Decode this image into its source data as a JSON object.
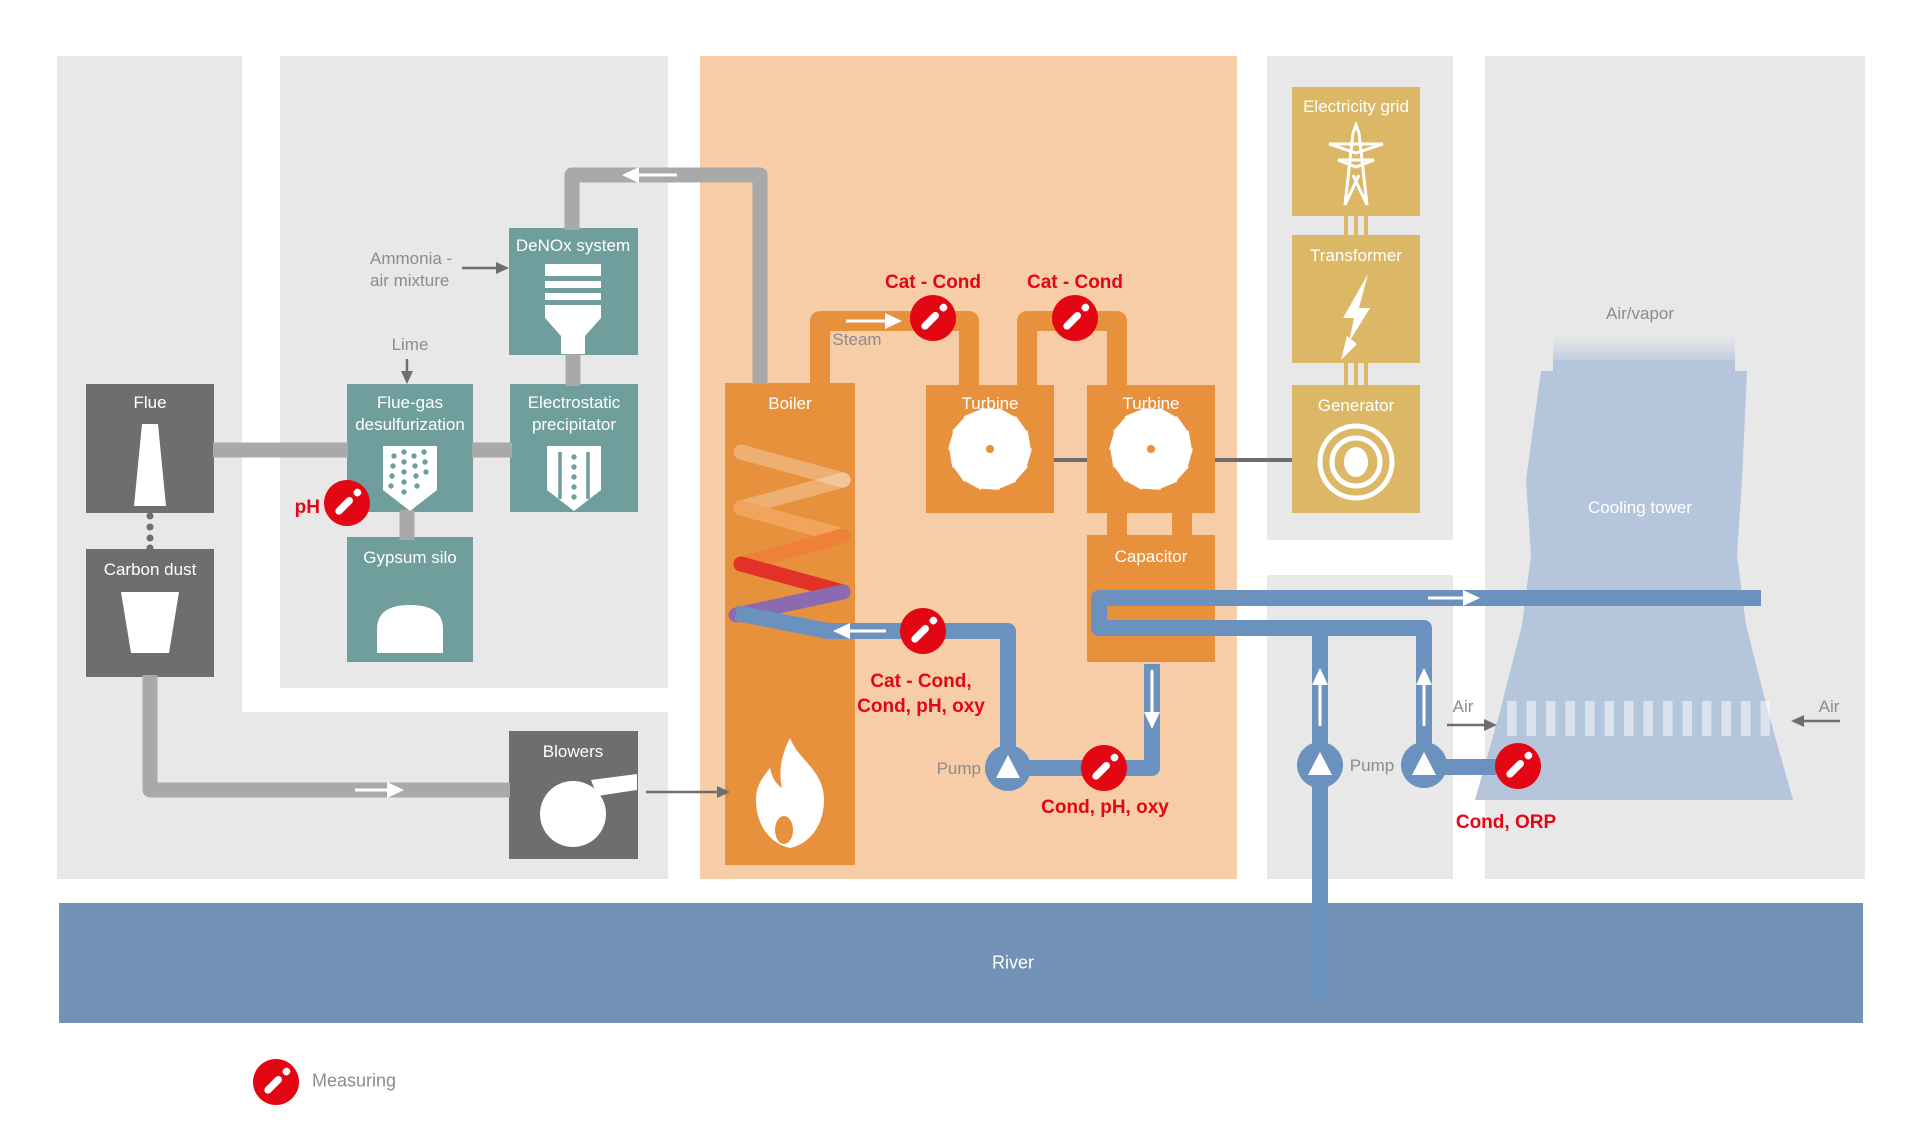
{
  "diagram": {
    "plant_blocks": {
      "flue": "Flue",
      "carbon_dust": "Carbon dust",
      "fgd_line1": "Flue-gas",
      "fgd_line2": "desulfurization",
      "gypsum_silo": "Gypsum silo",
      "denox": "DeNOx system",
      "precipitator_line1": "Electrostatic",
      "precipitator_line2": "precipitator",
      "blowers": "Blowers",
      "boiler": "Boiler",
      "turbine_1": "Turbine",
      "turbine_2": "Turbine",
      "capacitor": "Capacitor",
      "electricity_grid": "Electricity grid",
      "transformer": "Transformer",
      "generator": "Generator",
      "cooling_tower": "Cooling tower",
      "river": "River"
    },
    "flow_labels": {
      "ammonia_line1": "Ammonia -",
      "ammonia_line2": "air mixture",
      "lime": "Lime",
      "steam": "Steam",
      "pump_condensate": "Pump",
      "pump_cooling": "Pump",
      "air_vapor": "Air/vapor",
      "air_left": "Air",
      "air_right": "Air"
    },
    "measuring_points": {
      "ph": "pH",
      "steam_cat_cond": "Cat - Cond",
      "turbine_cat_cond": "Cat - Cond",
      "feedwater_line1": "Cat - Cond,",
      "feedwater_line2": "Cond, pH, oxy",
      "condensate": "Cond, pH, oxy",
      "cooling_water": "Cond, ORP"
    },
    "legend": {
      "measuring": "Measuring"
    },
    "colors": {
      "accent_red": "#e30613",
      "process_orange": "#e8913d",
      "panel_orange": "#f6cda6",
      "teal": "#6f9e9d",
      "dark_gray": "#6e6e6e",
      "gold": "#dcb766",
      "pipe_blue": "#6b92bf",
      "river_blue": "#7292b6",
      "tower_blue": "#b5c5dc",
      "pipe_gray": "#a9a9a9",
      "panel_gray": "#e8e8e8"
    }
  }
}
